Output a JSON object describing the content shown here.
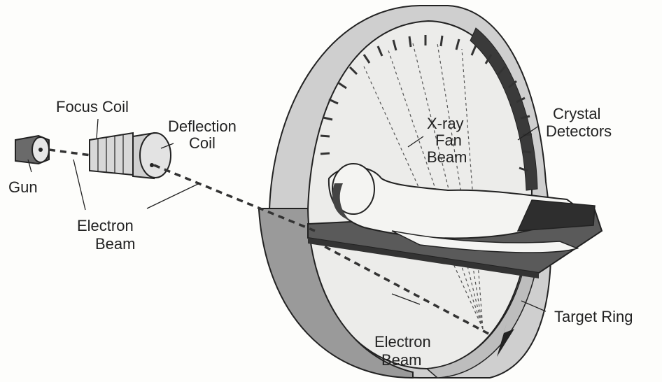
{
  "labels": {
    "focus_coil": "Focus Coil",
    "deflection_coil_l1": "Deflection",
    "deflection_coil_l2": "Coil",
    "gun": "Gun",
    "electron_beam_left_l1": "Electron",
    "electron_beam_left_l2": "Beam",
    "xray_fan_beam_l1": "X-ray",
    "xray_fan_beam_l2": "Fan",
    "xray_fan_beam_l3": "Beam",
    "crystal_detectors_l1": "Crystal",
    "crystal_detectors_l2": "Detectors",
    "target_ring": "Target Ring",
    "electron_beam_bottom_l1": "Electron",
    "electron_beam_bottom_l2": "Beam"
  },
  "colors": {
    "ink": "#222222",
    "ring_face": "#c8c8c8",
    "ring_shadow": "#9a9a9a",
    "detector_band": "#3a3a3a",
    "table": "#555555",
    "coil": "#d8d8d8",
    "gun": "#6a6a6a"
  }
}
